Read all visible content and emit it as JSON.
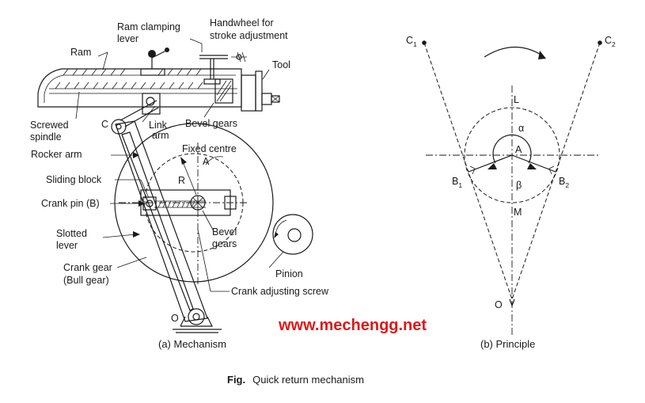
{
  "labels": {
    "ram": "Ram",
    "ram_clamping_lever_1": "Ram clamping",
    "ram_clamping_lever_2": "lever",
    "handwheel_1": "Handwheel for",
    "handwheel_2": "stroke adjustment",
    "tool": "Tool",
    "screwed_spindle_1": "Screwed",
    "screwed_spindle_2": "spindle",
    "c": "C",
    "link_arm_1": "Link",
    "link_arm_2": "arm",
    "bevel_gears_top": "Bevel gears",
    "rocker_arm": "Rocker arm",
    "fixed_centre": "Fixed centre",
    "a_left": "A",
    "r": "R",
    "sliding_block": "Sliding block",
    "crank_pin": "Crank pin (B)",
    "bevel_gears_mid_1": "Bevel",
    "bevel_gears_mid_2": "gears",
    "slotted_lever_1": "Slotted",
    "slotted_lever_2": "lever",
    "pinion": "Pinion",
    "crank_gear_1": "Crank gear",
    "crank_gear_2": "(Bull gear)",
    "crank_adjusting_screw": "Crank adjusting screw",
    "o_left": "O",
    "c1_main": "C",
    "c1_sub": "1",
    "c2_main": "C",
    "c2_sub": "2",
    "l": "L",
    "alpha": "α",
    "a_right": "A",
    "b1_main": "B",
    "b1_sub": "1",
    "b2_main": "B",
    "b2_sub": "2",
    "beta": "β",
    "m": "M",
    "o_right": "O"
  },
  "captions": {
    "mechanism": "(a) Mechanism",
    "principle": "(b) Principle",
    "fig_word": "Fig.",
    "fig_title": "Quick return mechanism"
  },
  "watermark": "www.mechengg.net",
  "colors": {
    "ink": "#1a1a1a",
    "watermark": "#e01818",
    "background": "#ffffff"
  }
}
